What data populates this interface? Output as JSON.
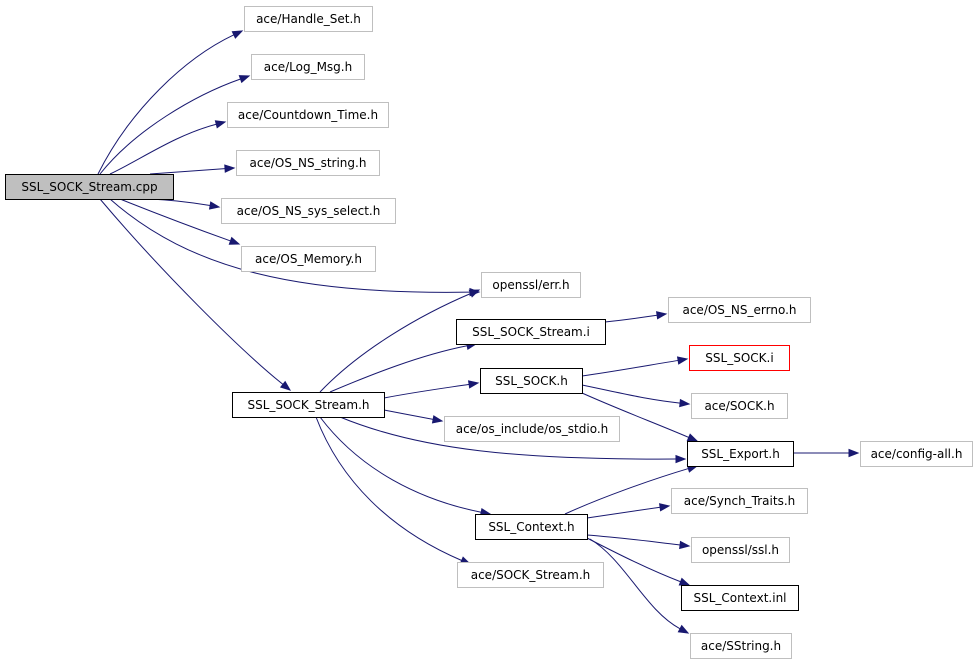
{
  "colors": {
    "edge": "#191970",
    "root_fill": "#bfbfbf",
    "root_border": "#000000",
    "documented_border": "#000000",
    "undocumented_border": "#bfbfbf",
    "truncated_border": "#ff0000",
    "node_fill": "#ffffff"
  },
  "nodes": [
    {
      "id": "root",
      "label": "SSL_SOCK_Stream.cpp",
      "style": "root"
    },
    {
      "id": "handle_set",
      "label": "ace/Handle_Set.h",
      "style": "external"
    },
    {
      "id": "log_msg",
      "label": "ace/Log_Msg.h",
      "style": "external"
    },
    {
      "id": "countdown_time",
      "label": "ace/Countdown_Time.h",
      "style": "external"
    },
    {
      "id": "os_ns_string",
      "label": "ace/OS_NS_string.h",
      "style": "external"
    },
    {
      "id": "os_ns_sys_select",
      "label": "ace/OS_NS_sys_select.h",
      "style": "external"
    },
    {
      "id": "os_memory",
      "label": "ace/OS_Memory.h",
      "style": "external"
    },
    {
      "id": "openssl_err",
      "label": "openssl/err.h",
      "style": "external"
    },
    {
      "id": "ssl_sock_stream_i",
      "label": "SSL_SOCK_Stream.i",
      "style": "documented"
    },
    {
      "id": "os_ns_errno",
      "label": "ace/OS_NS_errno.h",
      "style": "external"
    },
    {
      "id": "ssl_sock_h",
      "label": "SSL_SOCK.h",
      "style": "documented"
    },
    {
      "id": "ssl_sock_i",
      "label": "SSL_SOCK.i",
      "style": "truncated"
    },
    {
      "id": "ssl_sock_stream_h",
      "label": "SSL_SOCK_Stream.h",
      "style": "documented"
    },
    {
      "id": "ace_sock",
      "label": "ace/SOCK.h",
      "style": "external"
    },
    {
      "id": "os_stdio",
      "label": "ace/os_include/os_stdio.h",
      "style": "external"
    },
    {
      "id": "ssl_export",
      "label": "SSL_Export.h",
      "style": "documented"
    },
    {
      "id": "config_all",
      "label": "ace/config-all.h",
      "style": "external"
    },
    {
      "id": "synch_traits",
      "label": "ace/Synch_Traits.h",
      "style": "external"
    },
    {
      "id": "ssl_context_h",
      "label": "SSL_Context.h",
      "style": "documented"
    },
    {
      "id": "openssl_ssl",
      "label": "openssl/ssl.h",
      "style": "external"
    },
    {
      "id": "ace_sock_stream",
      "label": "ace/SOCK_Stream.h",
      "style": "external"
    },
    {
      "id": "ssl_context_inl",
      "label": "SSL_Context.inl",
      "style": "documented"
    },
    {
      "id": "ace_sstring",
      "label": "ace/SString.h",
      "style": "external"
    }
  ],
  "edges": [
    {
      "from": "root",
      "to": "handle_set"
    },
    {
      "from": "root",
      "to": "log_msg"
    },
    {
      "from": "root",
      "to": "countdown_time"
    },
    {
      "from": "root",
      "to": "os_ns_string"
    },
    {
      "from": "root",
      "to": "os_ns_sys_select"
    },
    {
      "from": "root",
      "to": "os_memory"
    },
    {
      "from": "root",
      "to": "openssl_err"
    },
    {
      "from": "root",
      "to": "ssl_sock_stream_h"
    },
    {
      "from": "ssl_sock_stream_h",
      "to": "openssl_err"
    },
    {
      "from": "ssl_sock_stream_h",
      "to": "ssl_sock_stream_i"
    },
    {
      "from": "ssl_sock_stream_h",
      "to": "ssl_sock_h"
    },
    {
      "from": "ssl_sock_stream_h",
      "to": "os_stdio"
    },
    {
      "from": "ssl_sock_stream_h",
      "to": "ssl_export"
    },
    {
      "from": "ssl_sock_stream_h",
      "to": "ssl_context_h"
    },
    {
      "from": "ssl_sock_stream_h",
      "to": "ace_sock_stream"
    },
    {
      "from": "ssl_sock_stream_i",
      "to": "os_ns_errno"
    },
    {
      "from": "ssl_sock_h",
      "to": "ssl_sock_i"
    },
    {
      "from": "ssl_sock_h",
      "to": "ace_sock"
    },
    {
      "from": "ssl_sock_h",
      "to": "ssl_export"
    },
    {
      "from": "ssl_export",
      "to": "config_all"
    },
    {
      "from": "ssl_context_h",
      "to": "ssl_export"
    },
    {
      "from": "ssl_context_h",
      "to": "synch_traits"
    },
    {
      "from": "ssl_context_h",
      "to": "openssl_ssl"
    },
    {
      "from": "ssl_context_h",
      "to": "ssl_context_inl"
    },
    {
      "from": "ssl_context_h",
      "to": "ace_sstring"
    }
  ]
}
